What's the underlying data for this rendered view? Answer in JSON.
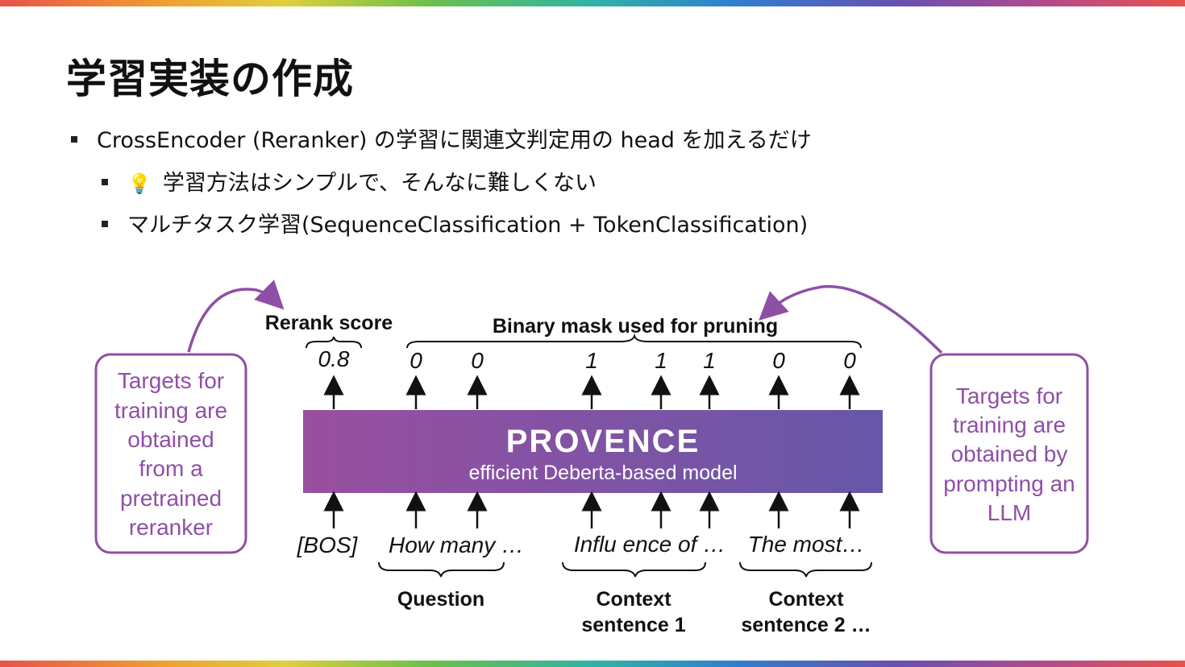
{
  "title": "学習実装の作成",
  "bullets": [
    {
      "text": "CrossEncoder (Reranker) の学習に関連文判定用の head を加えるだけ"
    },
    {
      "icon": "lightbulb-icon",
      "text": "学習方法はシンプルで、そんなに難しくない"
    },
    {
      "text": "マルチタスク学習(SequenceClassification + TokenClassification)"
    }
  ],
  "diagram": {
    "model_name": "PROVENCE",
    "model_sub": "efficient Deberta-based model",
    "rerank_label": "Rerank score",
    "mask_label": "Binary mask used for pruning",
    "outputs": [
      "0.8",
      "0",
      "0",
      "1",
      "1",
      "1",
      "0",
      "0"
    ],
    "inputs": [
      "[BOS]",
      "How many …",
      "Influ  ence of …",
      "The most…"
    ],
    "groups": {
      "question": "Question",
      "context1": [
        "Context",
        "sentence 1"
      ],
      "context2": [
        "Context",
        "sentence 2 …"
      ]
    },
    "left_note": [
      "Targets for",
      "training are",
      "obtained",
      "from a",
      "pretrained",
      "reranker"
    ],
    "right_note": [
      "Targets for",
      "training are",
      "obtained by",
      "prompting an",
      "LLM"
    ],
    "colors": {
      "accent": "#8f4fa6",
      "box_left": "#9a4fa0",
      "box_right": "#6657a8"
    }
  }
}
